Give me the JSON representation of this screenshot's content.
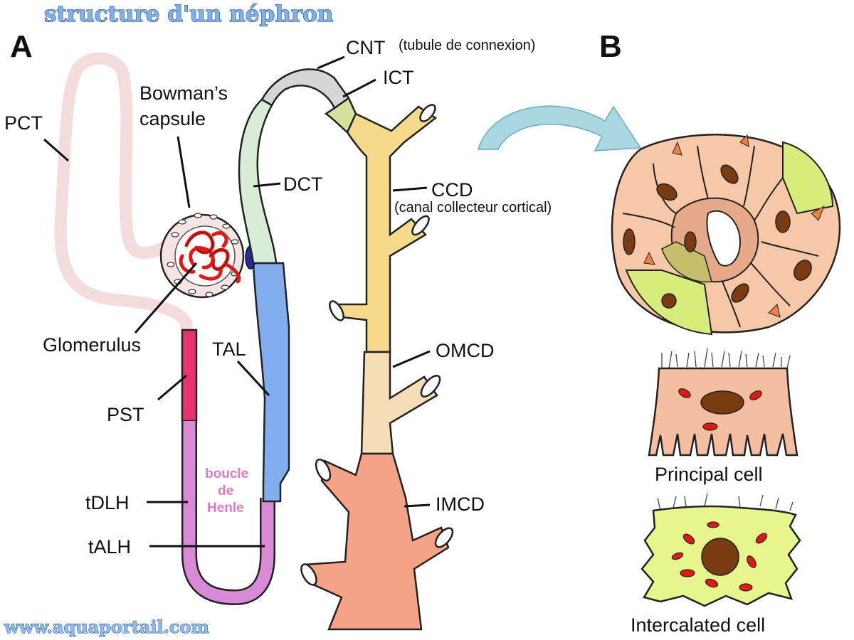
{
  "title": "structure d'un néphron",
  "website": "www.aquaportail.com",
  "panels": {
    "a": "A",
    "b": "B"
  },
  "labels": {
    "pct": "PCT",
    "bowman_line1": "Bowman’s",
    "bowman_line2": "capsule",
    "glomerulus": "Glomerulus",
    "pst": "PST",
    "tdlh": "tDLH",
    "talh": "tALH",
    "tal": "TAL",
    "dct": "DCT",
    "cnt": "CNT",
    "cnt_note": "(tubule de connexion)",
    "ict": "ICT",
    "ccd": "CCD",
    "ccd_note": "(canal collecteur cortical)",
    "omcd": "OMCD",
    "imcd": "IMCD",
    "henle_1": "boucle",
    "henle_2": "de",
    "henle_3": "Henle",
    "principal_cell": "Principal cell",
    "intercalated_cell": "Intercalated cell"
  },
  "colors": {
    "pct": "#f2dcdc",
    "pst": "#e8336e",
    "thin_limb": "#d98ad6",
    "tal": "#82aef0",
    "dct": "#d8ecd8",
    "cnt": "#d6d6d6",
    "ict": "#d4e2a0",
    "ccd": "#f6d98a",
    "omcd": "#f5ddb6",
    "imcd": "#f4a386",
    "glomerulus": "#e01a10",
    "principal_cell_fill": "#f4bfa0",
    "intercalated_cell_fill": "#e8f58c",
    "arrow": "#a9d8e3"
  }
}
